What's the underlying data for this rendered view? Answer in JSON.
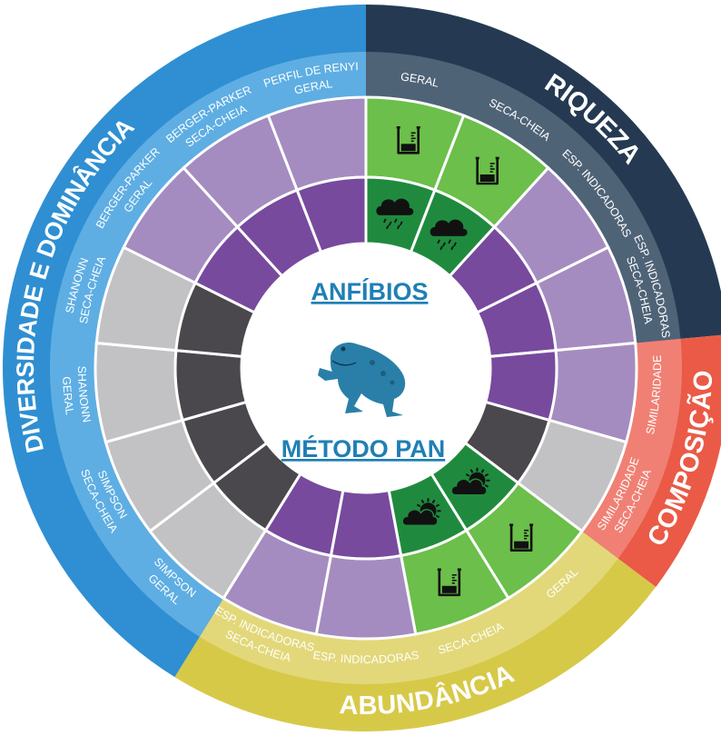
{
  "center": {
    "title": "ANFÍBIOS",
    "subtitle": "MÉTODO PAN",
    "icon": "frog-icon"
  },
  "colors": {
    "riqueza": "#253a52",
    "composicao": "#ea5a47",
    "abundancia": "#d7c948",
    "diversidade": "#2f8fd2",
    "riqueza_sub": "#4f6377",
    "composicao_sub": "#f08074",
    "abundancia_sub": "#e2d87a",
    "diversidade_sub": "#5eaee3",
    "light_purple": "#a48cc0",
    "dark_purple": "#774a9e",
    "light_gray": "#c2c2c4",
    "dark_gray": "#4a484c",
    "light_green": "#6bbf4a",
    "dark_green": "#1f8a3e",
    "center_text": "#1f7fb5",
    "frog": "#2a7fa8"
  },
  "categories": [
    {
      "id": "riqueza",
      "label": "RIQUEZA"
    },
    {
      "id": "composicao",
      "label": "COMPOSIÇÃO"
    },
    {
      "id": "abundancia",
      "label": "ABUNDÂNCIA"
    },
    {
      "id": "diversidade",
      "label": "DIVERSIDADE E DOMINÂNCIA"
    }
  ],
  "segments": [
    {
      "label": "GERAL",
      "category": "riqueza",
      "outer": "light_green",
      "inner": "dark_green",
      "outer_icon": "beaker-icon",
      "inner_icon": "rain-cloud-icon"
    },
    {
      "label": "SECA-CHEIA",
      "category": "riqueza",
      "outer": "light_green",
      "inner": "dark_green",
      "outer_icon": "beaker-icon",
      "inner_icon": "rain-cloud-icon"
    },
    {
      "label": "ESP. INDICADORAS",
      "category": "riqueza",
      "outer": "light_purple",
      "inner": "dark_purple"
    },
    {
      "label": "ESP. INDICADORAS SECA-CHEIA",
      "category": "riqueza",
      "outer": "light_purple",
      "inner": "dark_purple"
    },
    {
      "label": "SIMILARIDADE",
      "category": "composicao",
      "outer": "light_purple",
      "inner": "dark_purple"
    },
    {
      "label": "SIMILARIDADE SECA-CHEIA",
      "category": "composicao",
      "outer": "light_gray",
      "inner": "dark_gray"
    },
    {
      "label": "GERAL",
      "category": "abundancia",
      "outer": "light_green",
      "inner": "dark_green",
      "outer_icon": "beaker-icon",
      "inner_icon": "sun-cloud-icon"
    },
    {
      "label": "SECA-CHEIA",
      "category": "abundancia",
      "outer": "light_green",
      "inner": "dark_green",
      "outer_icon": "beaker-icon",
      "inner_icon": "sun-cloud-icon"
    },
    {
      "label": "ESP. INDICADORAS",
      "category": "abundancia",
      "outer": "light_purple",
      "inner": "dark_purple"
    },
    {
      "label": "ESP. INDICADORAS SECA-CHEIA",
      "category": "abundancia",
      "outer": "light_purple",
      "inner": "dark_purple"
    },
    {
      "label": "SIMPSON GERAL",
      "category": "diversidade",
      "outer": "light_gray",
      "inner": "dark_gray"
    },
    {
      "label": "SIMPSON SECA-CHEIA",
      "category": "diversidade",
      "outer": "light_gray",
      "inner": "dark_gray"
    },
    {
      "label": "SHANONN GERAL",
      "category": "diversidade",
      "outer": "light_gray",
      "inner": "dark_gray"
    },
    {
      "label": "SHANONN SECA-CHEIA",
      "category": "diversidade",
      "outer": "light_gray",
      "inner": "dark_gray"
    },
    {
      "label": "BERGER-PARKER GERAL",
      "category": "diversidade",
      "outer": "light_purple",
      "inner": "dark_purple"
    },
    {
      "label": "BERGER-PARKER SECA-CHEIA",
      "category": "diversidade",
      "outer": "light_purple",
      "inner": "dark_purple"
    },
    {
      "label": "PERFIL DE RENYI GERAL",
      "category": "diversidade",
      "outer": "light_purple",
      "inner": "dark_purple"
    }
  ]
}
